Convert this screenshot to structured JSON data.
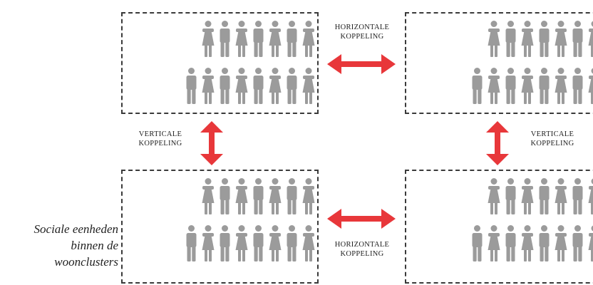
{
  "diagram": {
    "labels": {
      "horizontal_top": [
        "HORIZONTALE",
        "KOPPELING"
      ],
      "horizontal_bottom": [
        "HORIZONTALE",
        "KOPPELING"
      ],
      "vertical_left": [
        "VERTICALE",
        "KOPPELING"
      ],
      "vertical_right": [
        "VERTICALE",
        "KOPPELING"
      ]
    },
    "caption": [
      "Sociale eenheden",
      "binnen de",
      "woonclusters"
    ],
    "people_rows": [
      [
        "female",
        "male",
        "female",
        "male",
        "female",
        "male",
        "female"
      ],
      [
        "male",
        "female",
        "male",
        "female",
        "male",
        "female",
        "male",
        "female"
      ]
    ],
    "colors": {
      "figure": "#9b9b9b",
      "arrow": "#e8373a",
      "border": "#3a3a3a"
    }
  }
}
